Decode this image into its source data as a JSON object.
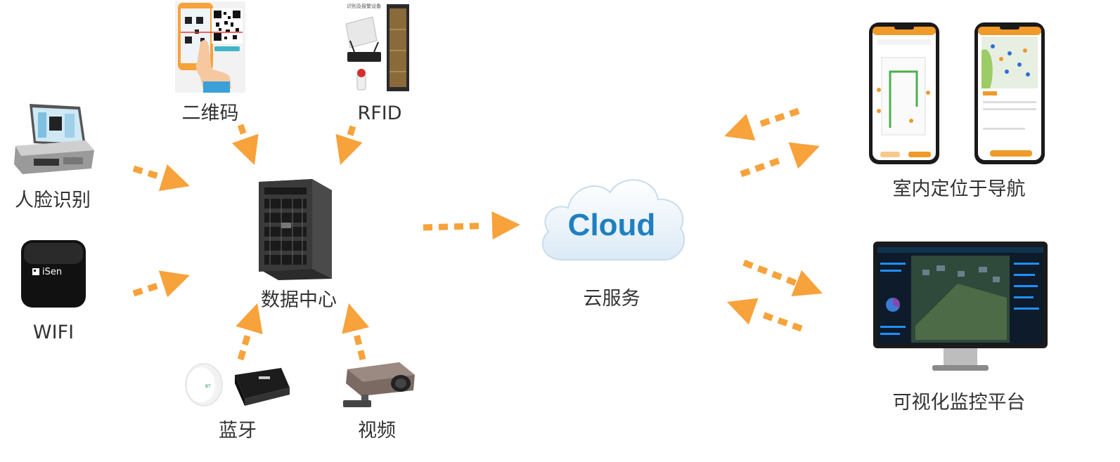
{
  "colors": {
    "arrow": "#F7A23B",
    "cloud_text": "#1F7FC0",
    "label": "#333333"
  },
  "nodes": {
    "qrcode": {
      "label": "二维码",
      "icon": "qrcode-scan-icon"
    },
    "rfid": {
      "label": "RFID",
      "icon": "rfid-reader-icon",
      "caption": "识别及报警设备"
    },
    "face": {
      "label": "人脸识别",
      "icon": "face-terminal-icon"
    },
    "wifi": {
      "label": "WIFI",
      "icon": "wifi-box-icon",
      "brand": "iSen"
    },
    "datacenter": {
      "label": "数据中心",
      "icon": "server-tower-icon"
    },
    "cloud": {
      "label": "云服务",
      "icon": "cloud-icon",
      "text": "Cloud"
    },
    "bluetooth": {
      "label": "蓝牙",
      "icon": "bluetooth-beacon-icon"
    },
    "video": {
      "label": "视频",
      "icon": "camera-icon"
    },
    "indoor": {
      "label": "室内定位于导航",
      "icon": "smartphone-icon"
    },
    "monitor": {
      "label": "可视化监控平台",
      "icon": "monitor-icon"
    }
  }
}
